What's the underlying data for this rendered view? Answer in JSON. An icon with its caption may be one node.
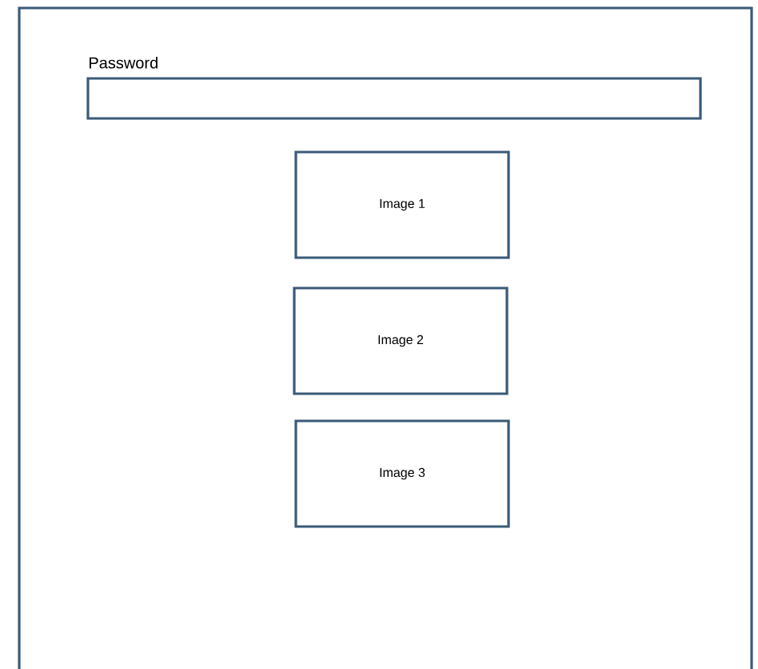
{
  "diagram": {
    "nodes": [
      {
        "text": [
          "Password"
        ]
      },
      {
        "text": [
          "Image 1"
        ]
      },
      {
        "text": [
          "Image 2"
        ]
      },
      {
        "text": [
          "Image 3"
        ]
      }
    ]
  }
}
